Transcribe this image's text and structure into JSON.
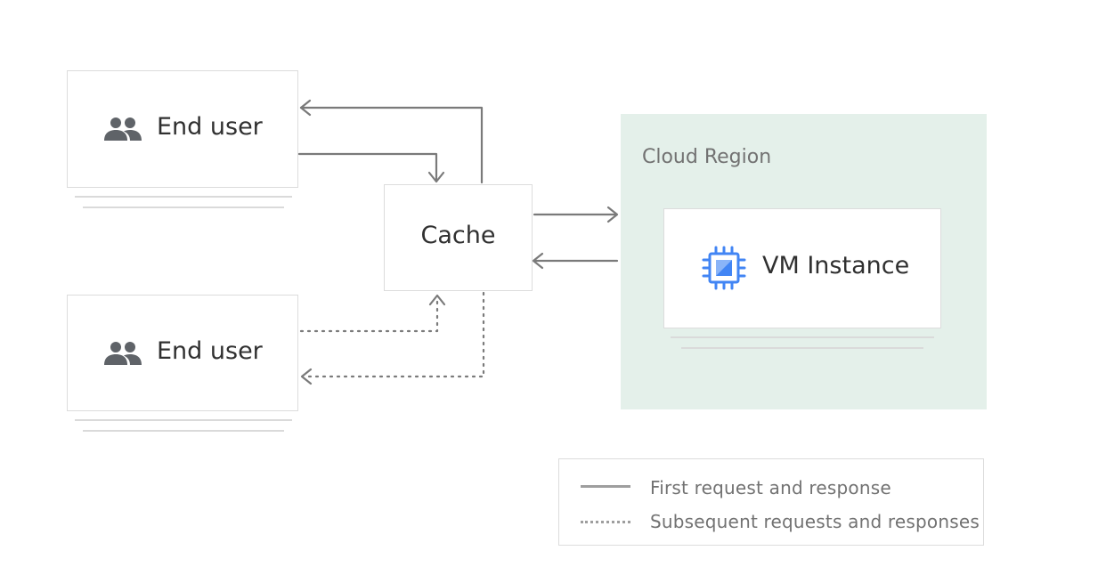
{
  "nodes": {
    "end_user_top": {
      "label": "End user",
      "icon": "people-icon"
    },
    "end_user_bottom": {
      "label": "End user",
      "icon": "people-icon"
    },
    "cache": {
      "label": "Cache"
    },
    "region": {
      "label": "Cloud Region"
    },
    "vm": {
      "label": "VM Instance",
      "icon": "chip-icon"
    }
  },
  "legend": {
    "solid_label": "First request and response",
    "dotted_label": "Subsequent requests and responses"
  },
  "colors": {
    "region_fill": "#e4f0ea",
    "arrow": "#7a7a7a",
    "chip_blue": "#4285f4",
    "icon_gray": "#5f6368"
  }
}
